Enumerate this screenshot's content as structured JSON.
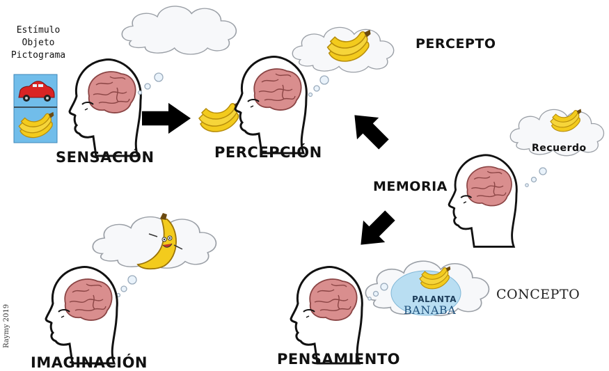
{
  "stimulus": {
    "line1": "Estímulo",
    "line2": "Objeto",
    "line3": "Pictograma"
  },
  "labels": {
    "sensacion": "SENSACIÓN",
    "percepcion": "PERCEPCIÓN",
    "percepto": "PERCEPTO",
    "memoria": "MEMORIA",
    "recuerdo": "Recuerdo",
    "concepto": "CONCEPTO",
    "pensamiento": "PENSAMIENTO",
    "imaginacion": "IMAGINACIÓN"
  },
  "concept_words": {
    "word1": "PALANTA",
    "word2": "BANABA"
  },
  "credit": "Raymy 2019",
  "colors": {
    "brain": "#d98e8e",
    "brain_dark": "#a35454",
    "banana": "#f3cb1d",
    "banana_dark": "#b78d0b",
    "concept_oval": "#b9def2",
    "car": "#d92424",
    "pictogram_bg": "#71bdea",
    "arrow": "#000000"
  },
  "icons": [
    "head-icon",
    "brain-icon",
    "thought-cloud-icon",
    "banana-icon",
    "car-icon",
    "arrow-icon",
    "cartoon-banana-icon"
  ]
}
